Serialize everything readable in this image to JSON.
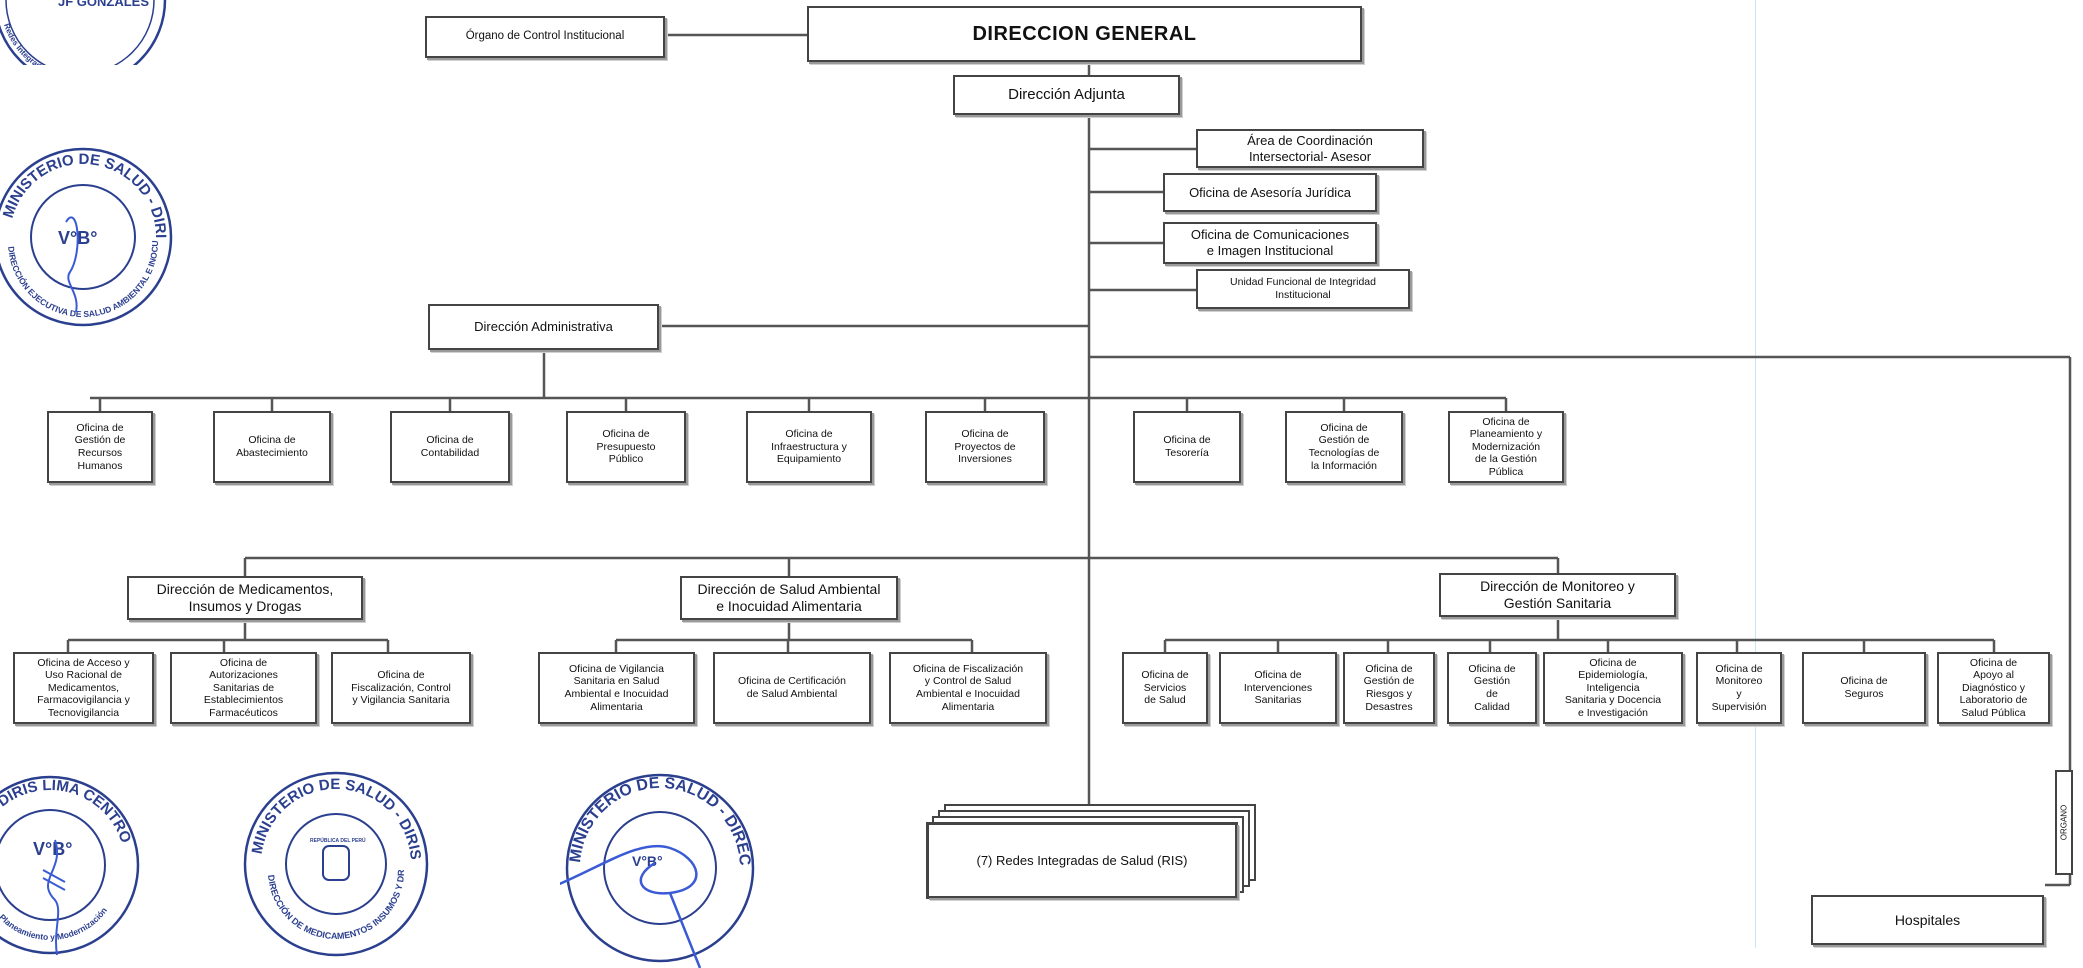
{
  "chart": {
    "direccion_general": "DIRECCION GENERAL",
    "organo_control": "Órgano de Control Institucional",
    "direccion_adjunta": "Dirección Adjunta",
    "asesor": "Área de Coordinación\nIntersectorial- Asesor",
    "asesoria_juridica": "Oficina de Asesoría Jurídica",
    "comunicaciones": "Oficina de Comunicaciones\ne Imagen Institucional",
    "integridad": "Unidad Funcional de Integridad\nInstitucional",
    "direccion_administrativa": "Dirección Administrativa",
    "admin_offices": [
      "Oficina de\nGestión de\nRecursos\nHumanos",
      "Oficina de\nAbastecimiento",
      "Oficina de\nContabilidad",
      "Oficina de\nPresupuesto\nPúblico",
      "Oficina de\nInfraestructura y\nEquipamiento",
      "Oficina de\nProyectos de\nInversiones"
    ],
    "other_offices": [
      "Oficina de\nTesorería",
      "Oficina de\nGestión de\nTecnologías de\nla Información",
      "Oficina de\nPlaneamiento y\nModernización\nde la Gestión\nPública"
    ],
    "dir_medicamentos": "Dirección de Medicamentos,\nInsumos y Drogas",
    "dir_salud_ambiental": "Dirección de Salud Ambiental\ne Inocuidad Alimentaria",
    "dir_monitoreo": "Dirección de Monitoreo y\nGestión  Sanitaria",
    "med_offices": [
      "Oficina de Acceso y\nUso Racional de\nMedicamentos,\nFarmacovigilancia y\nTecnovigilancia",
      "Oficina de\nAutorizaciones\nSanitarias de\nEstablecimientos\nFarmacéuticos",
      "Oficina de\nFiscalización, Control\ny Vigilancia Sanitaria"
    ],
    "amb_offices": [
      "Oficina de Vigilancia\nSanitaria en Salud\nAmbiental e Inocuidad\nAlimentaria",
      "Oficina de Certificación\nde Salud Ambiental",
      "Oficina de Fiscalización\ny Control de Salud\nAmbiental e Inocuidad\nAlimentaria"
    ],
    "mon_offices": [
      "Oficina de\nServicios\nde Salud",
      "Oficina de\nIntervenciones\nSanitarias",
      "Oficina de\nGestión de\nRiesgos y\nDesastres",
      "Oficina de\nGestión\nde\nCalidad",
      "Oficina de\nEpidemiología,\nInteligencia\nSanitaria y Docencia\ne Investigación",
      "Oficina de\nMonitoreo\ny\nSupervisión",
      "Oficina de\nSeguros",
      "Oficina de\nApoyo al\nDiagnóstico y\nLaboratorio de\nSalud Pública"
    ],
    "ris": "(7) Redes Integradas de Salud (RIS)",
    "hospitales": "Hospitales",
    "organo_side": "ORGANO"
  },
  "stamps": {
    "top_left": "JF GONZALES",
    "top_left_sub": "Redes Integradas de Salud Lima",
    "vobo": "V°B°",
    "left_ring": "MINISTERIO DE SALUD - DIRIS LIMA CENTRO",
    "left_ring_inner": "DIRECCIÓN EJECUTIVA DE SALUD AMBIENTAL E INOCUIDAD ALIMENTARIA",
    "bottom_left_ring": "DIRIS LIMA CENTRO",
    "bottom_left_inner": "Oficina de Planeamiento y Modernización",
    "mid_ring": "MINISTERIO DE SALUD - DIRIS LIMA CENTRO",
    "mid_inner": "DIRECCIÓN DE MEDICAMENTOS INSUMOS Y DROGAS - DMID",
    "seal_small": "REPÚBLICA DEL PERÚ",
    "right_ring": "MINISTERIO DE SALUD - DIRECCIÓN GENERAL - DIRIS LIMA CENTRO"
  },
  "colors": {
    "stamp": "#2b3f8f",
    "line": "#555555",
    "guide": "#c6e6f5"
  }
}
